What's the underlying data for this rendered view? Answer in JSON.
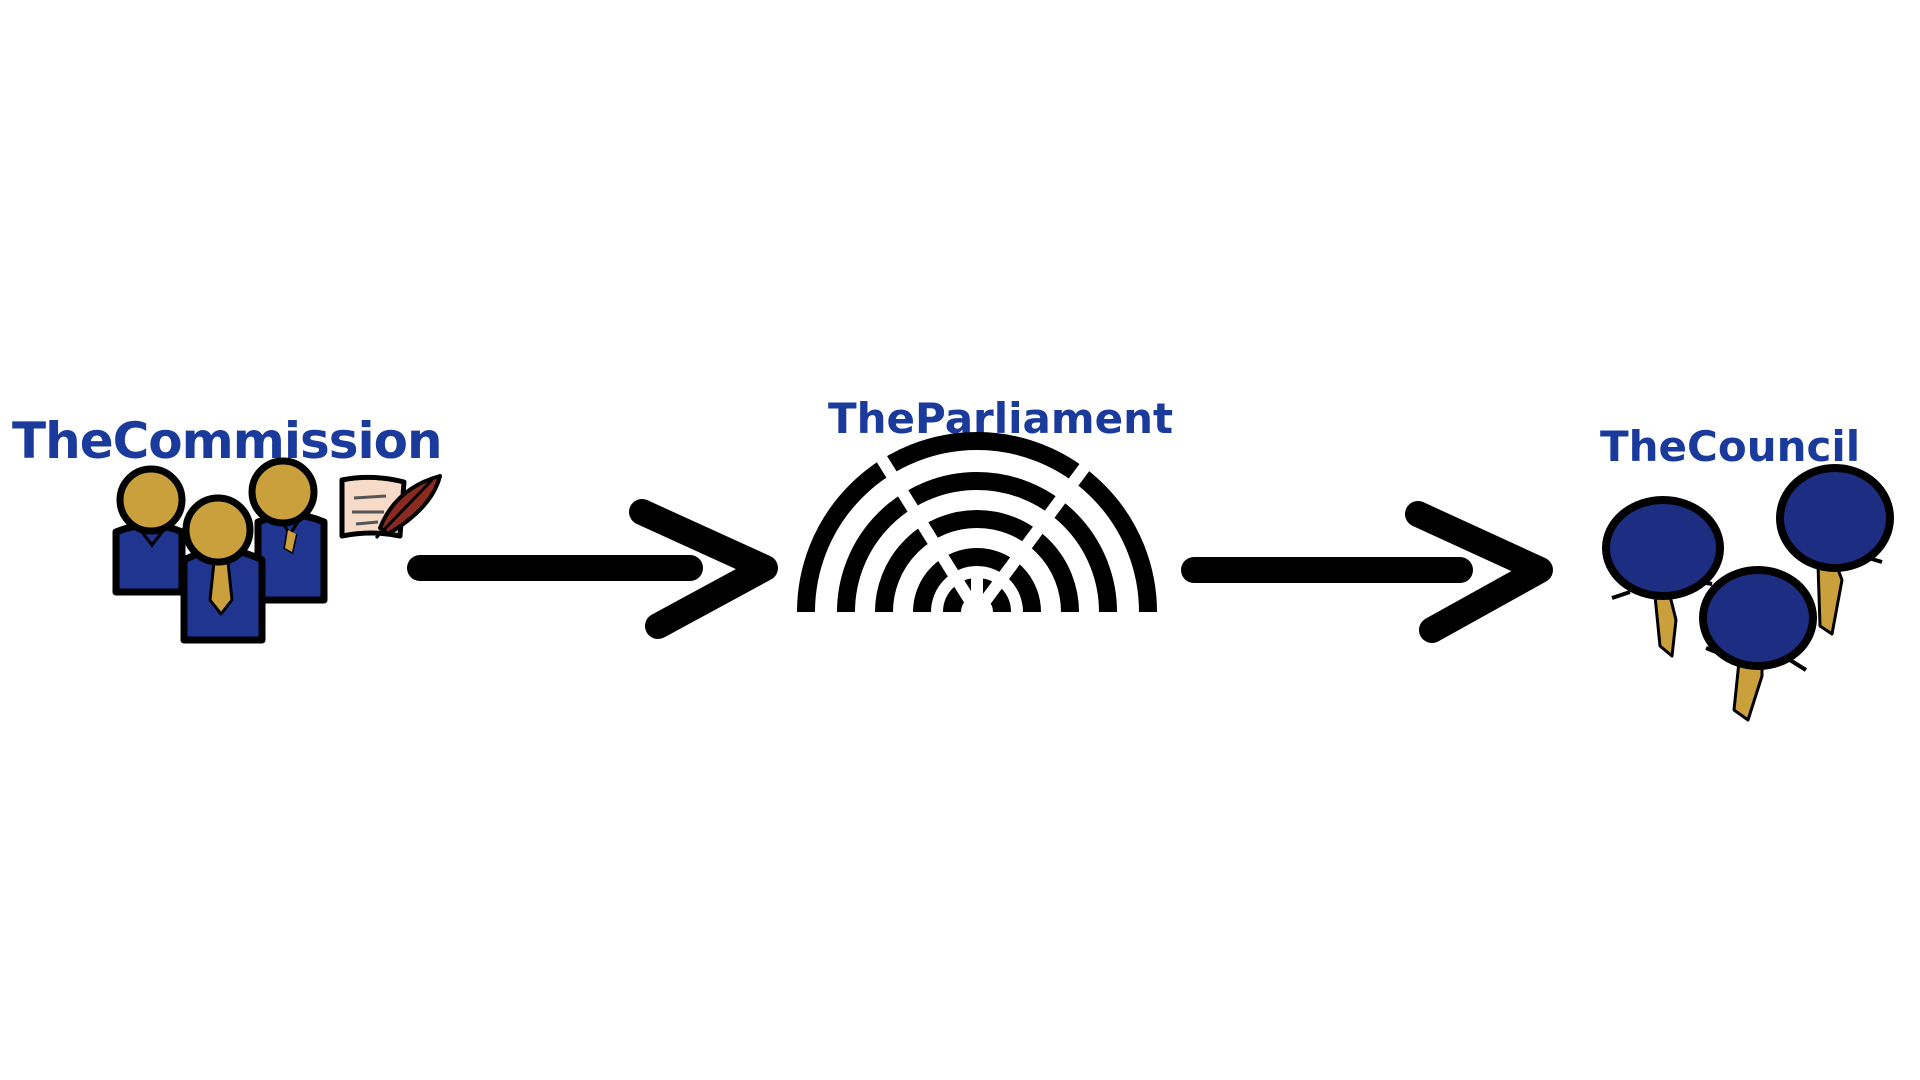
{
  "nodes": {
    "commission": {
      "label": "TheCommission",
      "icon": "commission-officials-icon"
    },
    "parliament": {
      "label": "TheParliament",
      "icon": "parliament-hemicycle-icon"
    },
    "council": {
      "label": "TheCouncil",
      "icon": "council-ministers-icon"
    }
  },
  "arrows": [
    {
      "from": "commission",
      "to": "parliament",
      "icon": "arrow-right-icon"
    },
    {
      "from": "parliament",
      "to": "council",
      "icon": "arrow-right-icon"
    }
  ],
  "colors": {
    "label": "#1a3a9c",
    "figure_head": "#c9a03c",
    "figure_body": "#1f3590",
    "council_head": "#1d2e82",
    "outline": "#000000",
    "quill": "#8b2a1e",
    "paper": "#f6dcc8"
  }
}
